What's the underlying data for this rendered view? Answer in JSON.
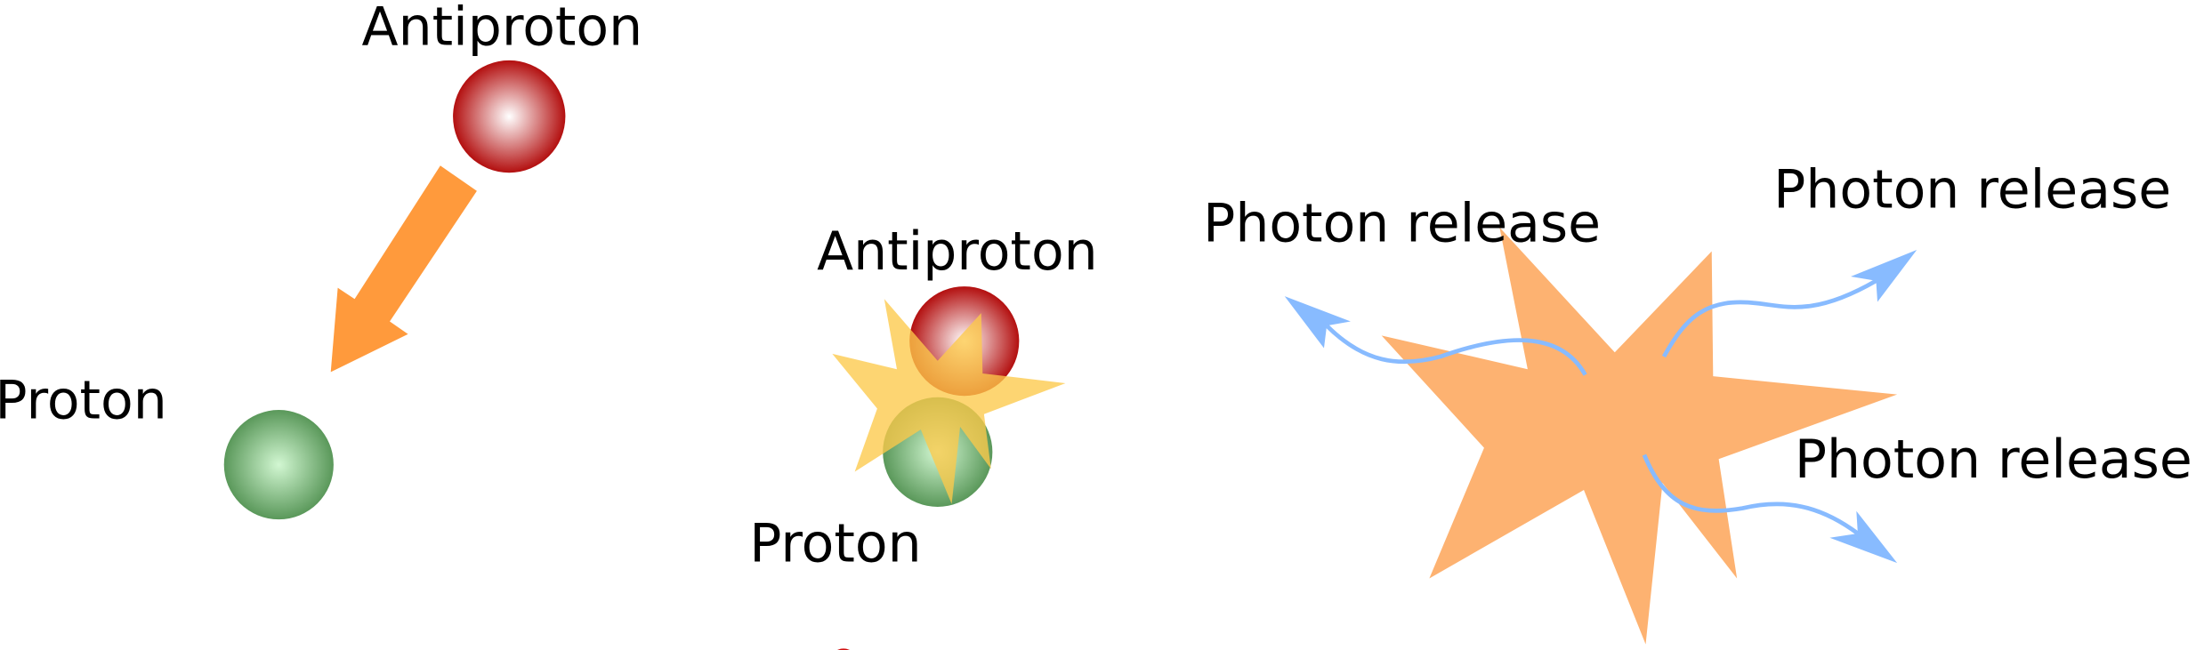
{
  "labels": {
    "antiproton_initial": "Antiproton",
    "proton_initial": "Proton",
    "antiproton_collision": "Antiproton",
    "proton_collision": "Proton",
    "photon_release_left": "Photon release",
    "photon_release_top_right": "Photon release",
    "photon_release_bottom_right": "Photon release"
  },
  "colors": {
    "antiproton": "#b01010",
    "proton": "#5a9a5a",
    "motion_arrow": "#ff9a3c",
    "collision_flash": "#fdc94a",
    "annihilation_burst": "#fdb271",
    "photon": "#88bbff"
  }
}
